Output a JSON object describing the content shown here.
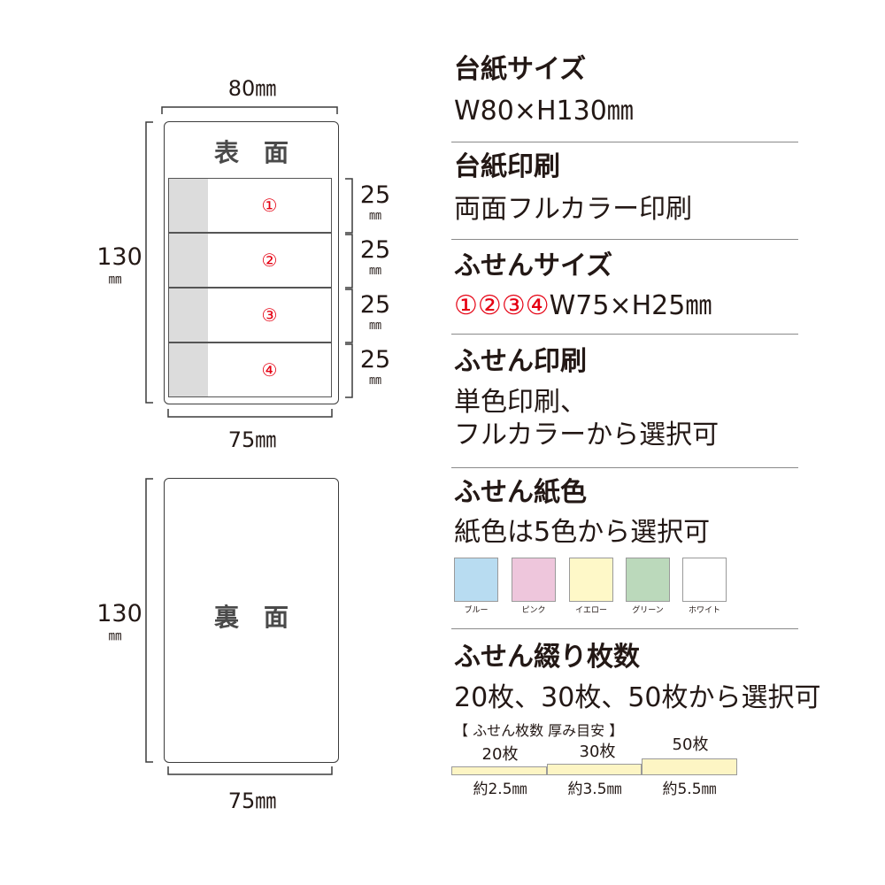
{
  "palette": {
    "text": "#231815",
    "number_red": "#e50012",
    "note_tab_gray": "#dcdcdc",
    "thickness_bar": "#fdf5c4"
  },
  "front_face": {
    "title": "表　面",
    "width_label": "80㎜",
    "height_value": "130",
    "height_unit": "㎜",
    "bottom_width_label": "75㎜",
    "notes": [
      {
        "number": "①",
        "height_value": "25",
        "height_unit": "㎜"
      },
      {
        "number": "②",
        "height_value": "25",
        "height_unit": "㎜"
      },
      {
        "number": "③",
        "height_value": "25",
        "height_unit": "㎜"
      },
      {
        "number": "④",
        "height_value": "25",
        "height_unit": "㎜"
      }
    ]
  },
  "back_face": {
    "title": "裏　面",
    "height_value": "130",
    "height_unit": "㎜",
    "bottom_width_label": "75㎜"
  },
  "specs": {
    "mount_size": {
      "heading": "台紙サイズ",
      "value": "W80×H130㎜"
    },
    "mount_print": {
      "heading": "台紙印刷",
      "value": "両面フルカラー印刷"
    },
    "note_size": {
      "heading": "ふせんサイズ",
      "numbers": [
        "①",
        "②",
        "③",
        "④"
      ],
      "value": "W75×H25㎜"
    },
    "note_print": {
      "heading": "ふせん印刷",
      "lines": [
        "単色印刷、",
        "フルカラーから選択可"
      ]
    },
    "paper_color": {
      "heading": "ふせん紙色",
      "value": "紙色は5色から選択可",
      "colors": [
        {
          "label": "ブルー",
          "hex": "#b8dcf1"
        },
        {
          "label": "ピンク",
          "hex": "#eec6dc"
        },
        {
          "label": "イエロー",
          "hex": "#fef8c8"
        },
        {
          "label": "グリーン",
          "hex": "#bbd9bb"
        },
        {
          "label": "ホワイト",
          "hex": "#ffffff"
        }
      ]
    },
    "sheet_count": {
      "heading": "ふせん綴り枚数",
      "value": "20枚、30枚、50枚から選択可",
      "guide_title": "【 ふせん枚数 厚み目安 】",
      "thickness_guide": [
        {
          "count": "20枚",
          "thickness": "約2.5㎜"
        },
        {
          "count": "30枚",
          "thickness": "約3.5㎜"
        },
        {
          "count": "50枚",
          "thickness": "約5.5㎜"
        }
      ]
    }
  }
}
